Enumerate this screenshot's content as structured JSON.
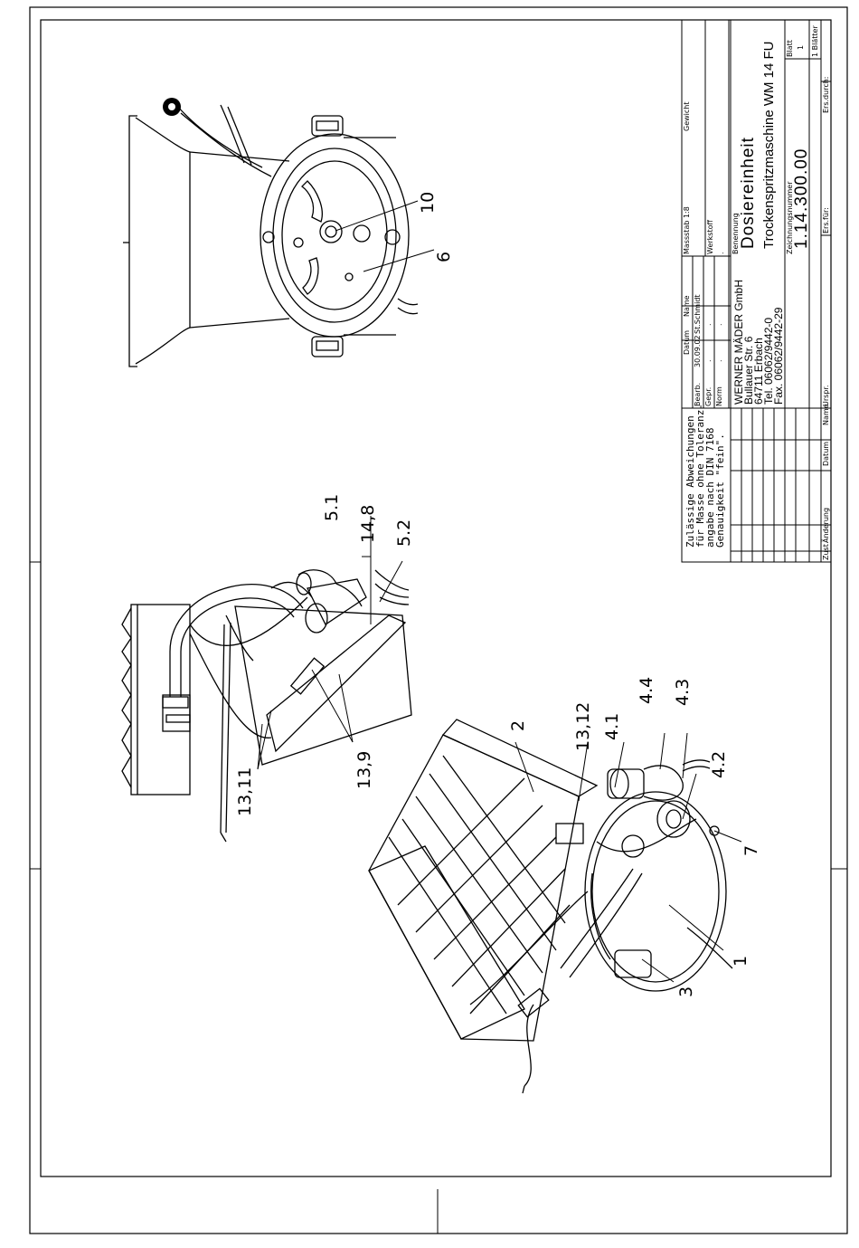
{
  "title_block": {
    "tolerance_note": [
      "Zulässige Abweichungen",
      "für Masse ohne Toleranz-",
      "angabe nach DIN 7168",
      "Genauigkeit \"fein\"."
    ],
    "revision_headers": {
      "zust": "Zust",
      "aenderung": "Änderung",
      "datum": "Datum",
      "name": "Name"
    },
    "sign_headers": {
      "datum": "Datum",
      "name": "Name"
    },
    "sign_rows": [
      {
        "label": "Bearb.",
        "datum": "30.09.02",
        "name": "St.Schmidt"
      },
      {
        "label": "Gepr.",
        "datum": ".",
        "name": "."
      },
      {
        "label": "Norm",
        "datum": ".",
        "name": "."
      }
    ],
    "massstab": "Massstab 1:8",
    "gewicht": "Gewicht",
    "werkstoff": "Werkstoff",
    "werkstoff_value": ".",
    "company": [
      "WERNER MÄDER GmbH",
      "Bullauer Str. 6",
      "64711 Erbach",
      "Tel. 06062/9442-0",
      "Fax. 06062/9442-29"
    ],
    "benennung_label": "Benennung",
    "benennung": [
      "Dosiereinheit",
      "Trockenspritzmaschine WM 14 FU"
    ],
    "zeichnungsnummer_label": "Zeichnungsnummer",
    "zeichnungsnummer": "1.14.300.00",
    "blatt_label": "Blatt",
    "blatt_value": "1",
    "blaetter": "1 Blätter",
    "urspr": "Urspr.",
    "ers_fuer": "Ers.für:",
    "ers_durch": "Ers.durch:"
  },
  "part_labels": {
    "top_view": [
      "10",
      "6"
    ],
    "side_view": [
      "5.1",
      "14,8",
      "5.2",
      "13,9",
      "13,11"
    ],
    "iso_view": [
      "2",
      "13,12",
      "4.1",
      "4.4",
      "4.3",
      "4.2",
      "7",
      "1",
      "3"
    ]
  }
}
